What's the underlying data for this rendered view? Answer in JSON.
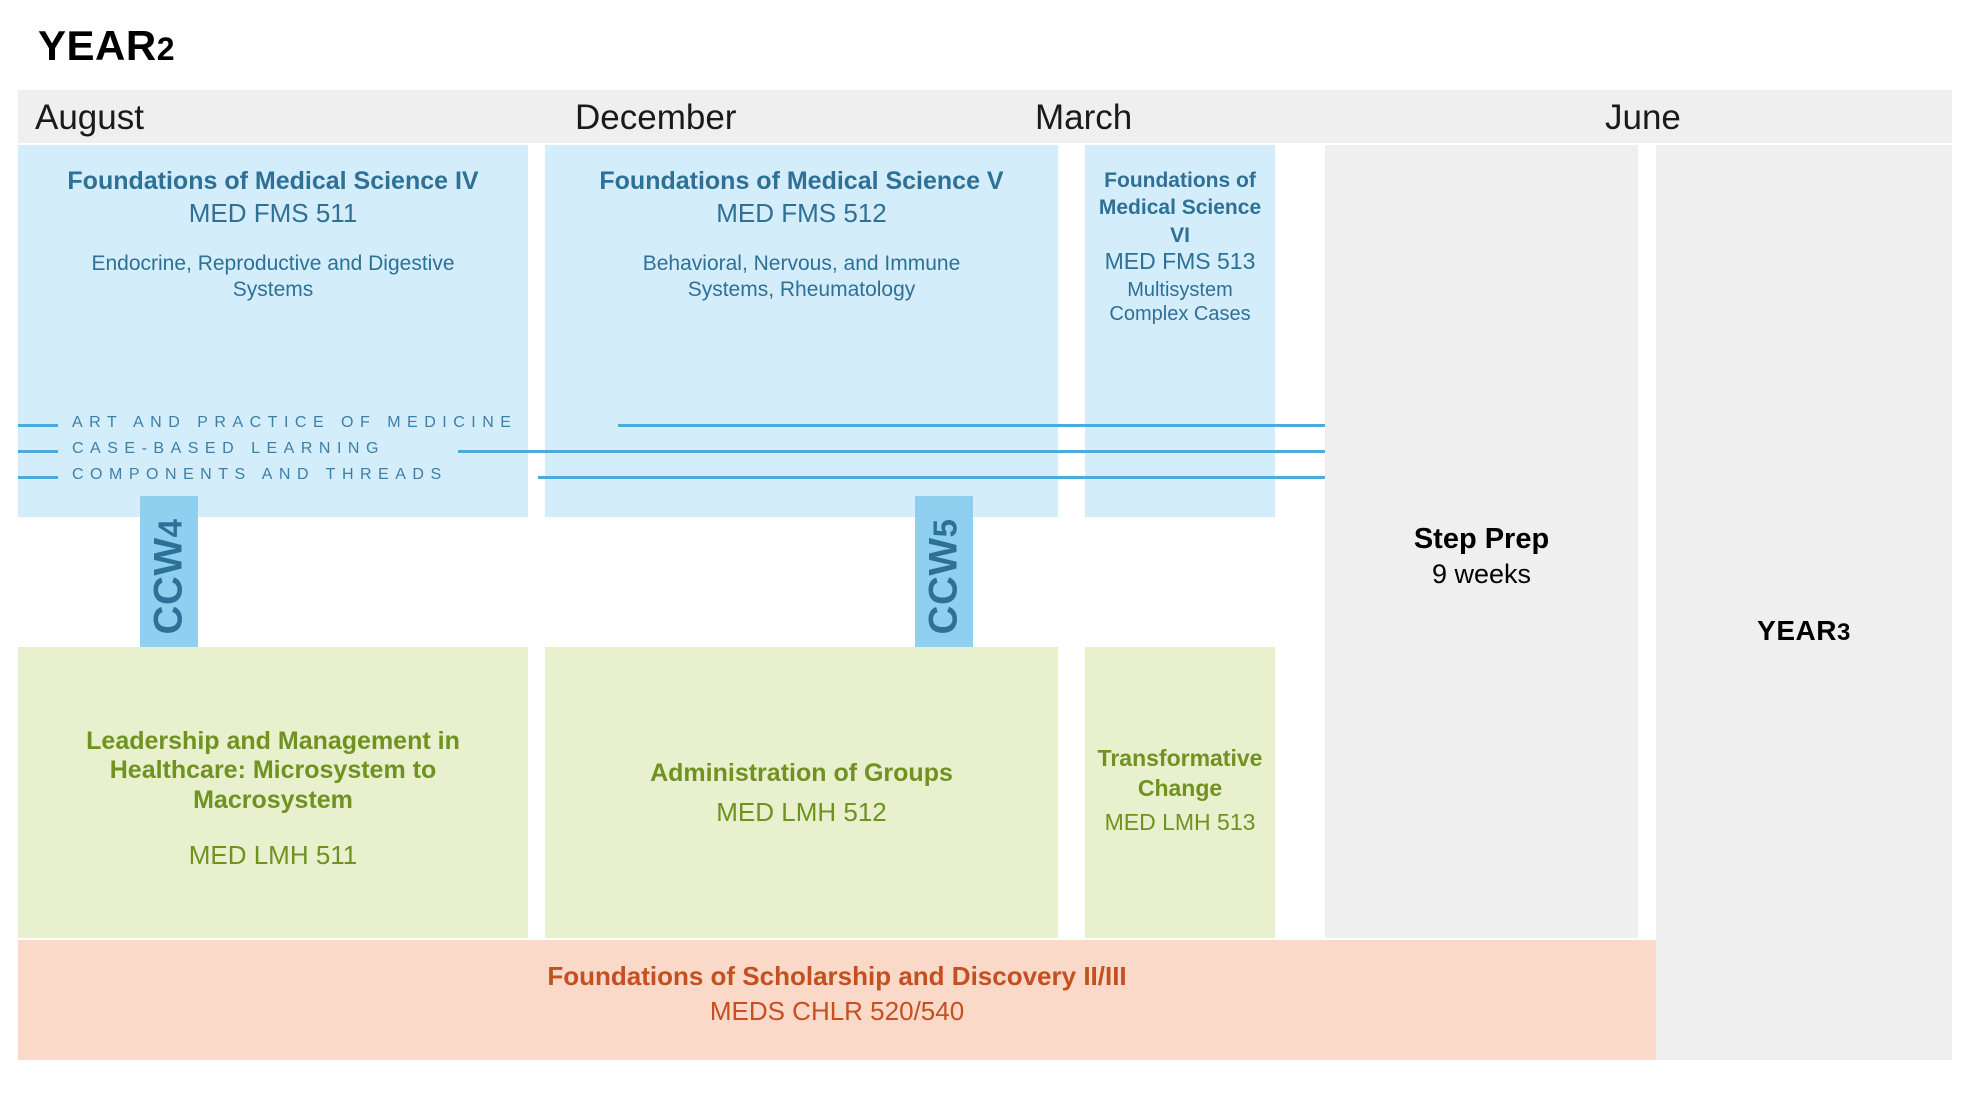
{
  "header": {
    "year_title": "YEAR",
    "year_number": "2"
  },
  "timeline": {
    "months": [
      "August",
      "December",
      "March",
      "June"
    ]
  },
  "colors": {
    "blue_fill": "#d4edfa",
    "blue_text": "#2e7096",
    "green_fill": "#e8f0cd",
    "green_text": "#6f9220",
    "orange_fill": "#fbd9c8",
    "orange_text": "#c44f20",
    "gray_fill": "#efefef",
    "thread_line": "#4aabdc",
    "ccw_fill": "#8fd0f0"
  },
  "science_courses": [
    {
      "title": "Foundations of Medical Science IV",
      "code": "MED FMS 511",
      "description": "Endocrine, Reproductive and Digestive Systems"
    },
    {
      "title": "Foundations of Medical Science V",
      "code": "MED FMS 512",
      "description": "Behavioral, Nervous, and Immune Systems, Rheumatology"
    },
    {
      "title": "Foundations of Medical Science VI",
      "code": "MED FMS 513",
      "description": "Multisystem Complex Cases"
    }
  ],
  "threads": [
    {
      "label": "ART AND PRACTICE OF MEDICINE"
    },
    {
      "label": "CASE-BASED LEARNING"
    },
    {
      "label": "COMPONENTS AND THREADS"
    }
  ],
  "ccw_blocks": [
    {
      "label": "CCW",
      "number": "4"
    },
    {
      "label": "CCW",
      "number": "5"
    }
  ],
  "leadership_courses": [
    {
      "title": "Leadership and Management in Healthcare: Microsystem to Macrosystem",
      "code": "MED LMH 511"
    },
    {
      "title": "Administration of Groups",
      "code": "MED LMH 512"
    },
    {
      "title": "Transformative Change",
      "code": "MED LMH 513"
    }
  ],
  "scholarship_course": {
    "title": "Foundations of Scholarship and Discovery II/III",
    "code": "MEDS CHLR 520/540"
  },
  "step_prep": {
    "title": "Step Prep",
    "duration": "9 weeks"
  },
  "next_year": {
    "label": "YEAR",
    "number": "3"
  }
}
